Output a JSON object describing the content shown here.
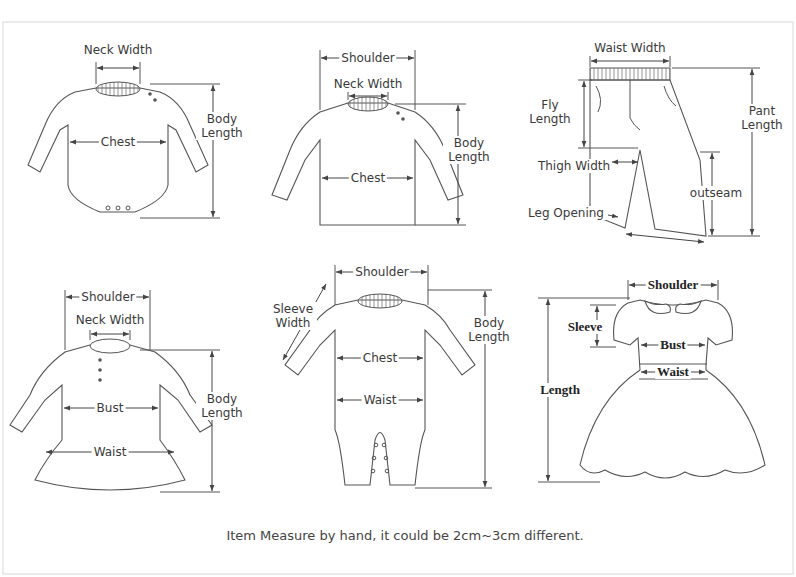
{
  "diagram": {
    "caption": "Item Measure by hand, it could be 2cm~3cm different.",
    "labels": [
      "Neck Width",
      "Body Length",
      "Chest",
      "Shoulder",
      "Neck Width",
      "Body Length",
      "Chest",
      "Waist Width",
      "Fly Length",
      "Pant Length",
      "Thigh Width",
      "outseam",
      "Leg Opening",
      "Shoulder",
      "Neck Width",
      "Body Length",
      "Bust",
      "Waist",
      "Shoulder",
      "Sleeve Width",
      "Chest",
      "Body Length",
      "Waist",
      "Shoulder",
      "Sleeve",
      "Bust",
      "Waist",
      "Length"
    ]
  }
}
